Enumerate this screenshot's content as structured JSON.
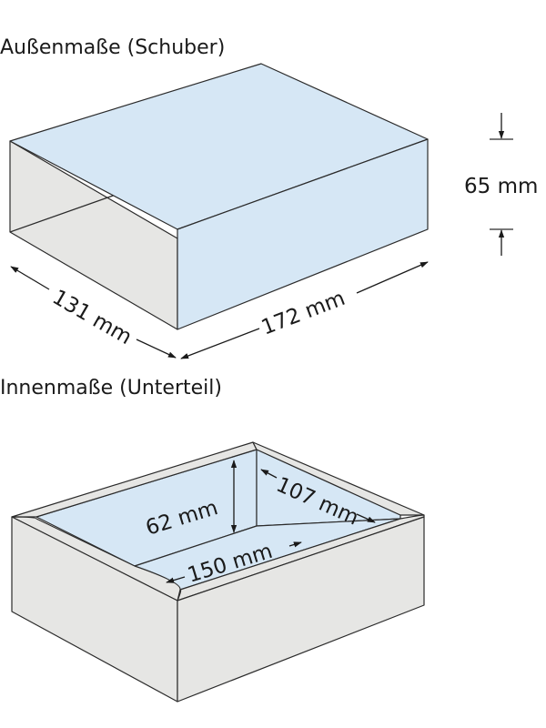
{
  "outer": {
    "heading": "Außenmaße (Schuber)",
    "depth": "131 mm",
    "width": "172 mm",
    "height": "65 mm"
  },
  "inner": {
    "heading": "Innenmaße (Unterteil)",
    "height": "62 mm",
    "width": "150 mm",
    "depth": "107 mm"
  },
  "colors": {
    "inside_blue": "#d6e7f5",
    "side_gray": "#e6e6e4",
    "outline": "#2b2b2b"
  }
}
